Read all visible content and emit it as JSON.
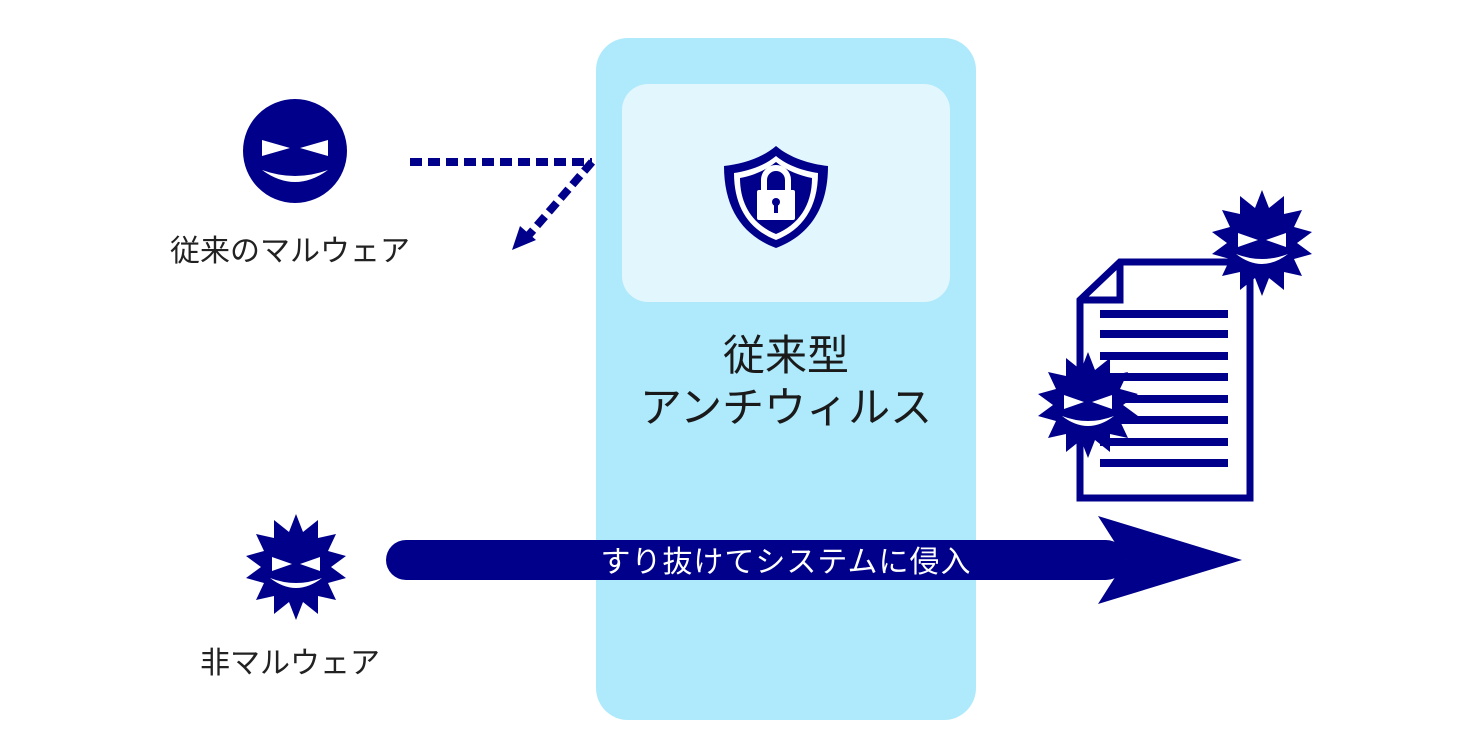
{
  "legacy_malware": {
    "label": "従来のマルウェア"
  },
  "non_malware": {
    "label": "非マルウェア"
  },
  "antivirus": {
    "title_line1": "従来型",
    "title_line2": "アンチウィルス"
  },
  "intrusion_arrow": {
    "label": "すり抜けてシステムに侵入"
  },
  "colors": {
    "navy": "#00008b",
    "panel": "#aeeafc",
    "inner_panel": "#e2f6fd"
  }
}
